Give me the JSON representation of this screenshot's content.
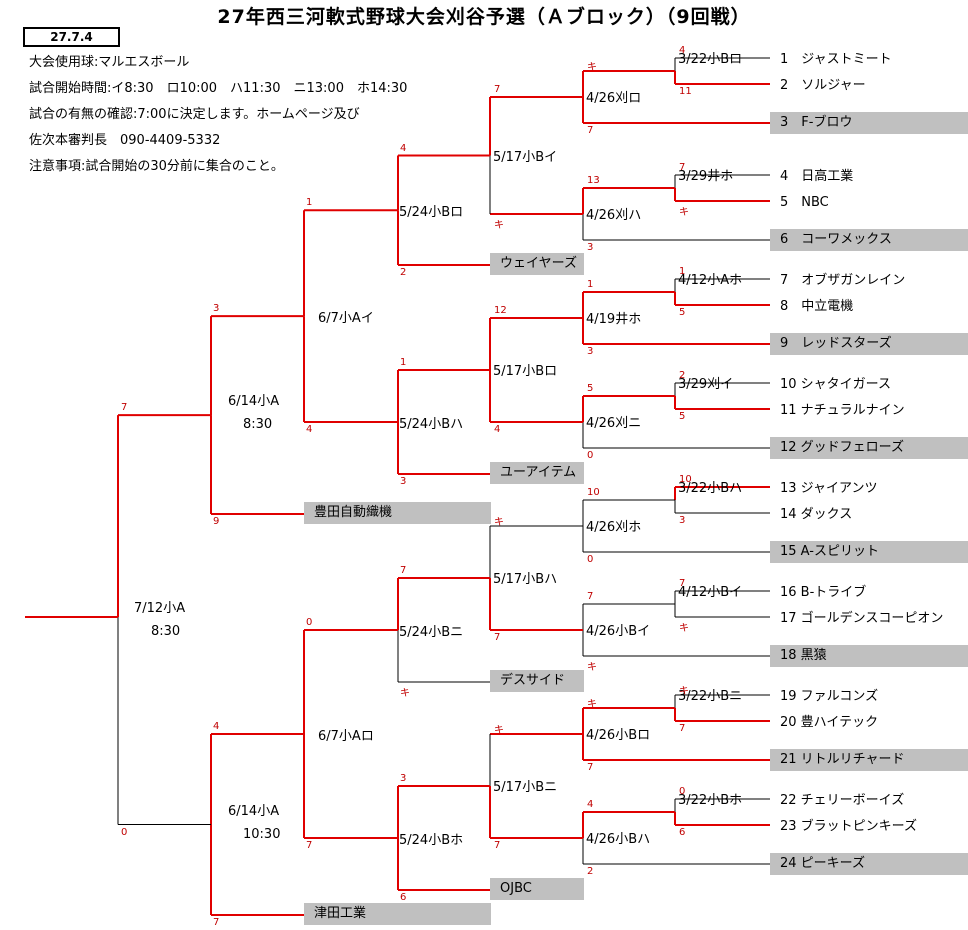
{
  "title": "27年西三河軟式野球大会刈谷予選（Ａブロック）（9回戦）",
  "date": "27.7.4",
  "info": [
    "大会使用球:マルエスボール",
    "試合開始時間:イ8:30　ロ10:00　ハ11:30　ニ13:00　ホ14:30",
    "試合の有無の確認:7:00に決定します。ホームページ及び",
    "佐次本審判長　090-4409-5332",
    "注意事項:試合開始の30分前に集合のこと。"
  ],
  "teams": [
    "1　ジャストミート",
    "2　ソルジャー",
    "3　F-ブロウ",
    "4　日高工業",
    "5　NBC",
    "6　コーワメックス",
    "7　オブザガンレイン",
    "8　中立電機",
    "9　レッドスターズ",
    "10 シャタイガース",
    "11 ナチュラルナイン",
    "12 グッドフェローズ",
    "13 ジャイアンツ",
    "14 ダックス",
    "15 A-スピリット",
    "16 B-トライブ",
    "17 ゴールデンスコーピオン",
    "18 黒猿",
    "19 ファルコンズ",
    "20 豊ハイテック",
    "21 リトルリチャード",
    "22 チェリーボーイズ",
    "23 ブラットピンキーズ",
    "24 ピーキーズ"
  ],
  "seeded_teams": [
    "ウェイヤーズ",
    "ユーアイテム",
    "豊田自動織機",
    "デスサイド",
    "OJBC",
    "津田工業"
  ],
  "matches": {
    "r1": [
      "3/22小Bロ",
      "3/29井ホ",
      "4/12小Aホ",
      "3/29刈イ",
      "3/22小Bハ",
      "4/12小Bイ",
      "3/22小Bニ",
      "3/22小Bホ"
    ],
    "r2": [
      "4/26刈ロ",
      "4/26刈ハ",
      "4/19井ホ",
      "4/26刈ニ",
      "4/26刈ホ",
      "4/26小Bイ",
      "4/26小Bロ",
      "4/26小Bハ"
    ],
    "r3": [
      "5/17小Bイ",
      "5/17小Bロ",
      "5/17小Bハ",
      "5/17小Bニ"
    ],
    "r4": [
      "5/24小Bロ",
      "5/24小Bハ",
      "5/24小Bニ",
      "5/24小Bホ"
    ],
    "r5": [
      "6/7小Aイ",
      "6/7小Aロ"
    ],
    "r6": [
      {
        "date": "6/14小A",
        "time": "8:30"
      },
      {
        "date": "6/14小A",
        "time": "10:30"
      }
    ],
    "final": {
      "date": "7/12小A",
      "time": "8:30"
    }
  },
  "scores": {
    "r1": [
      "4",
      "11",
      "7",
      "キ",
      "1",
      "5",
      "2",
      "5",
      "10",
      "3",
      "7",
      "キ",
      "キ",
      "7",
      "0",
      "6"
    ],
    "r2": [
      "キ",
      "7",
      "13",
      "3",
      "1",
      "3",
      "5",
      "0",
      "10",
      "0",
      "7",
      "キ",
      "キ",
      "7",
      "4",
      "2"
    ],
    "r3": [
      "7",
      "キ",
      "12",
      "4",
      "キ",
      "7",
      "キ",
      "7"
    ],
    "r4": [
      "4",
      "2",
      "1",
      "3",
      "7",
      "キ",
      "3",
      "6"
    ],
    "r5": [
      "1",
      "4",
      "0",
      "7"
    ],
    "r6": [
      "3",
      "9",
      "4",
      "7"
    ],
    "final": [
      "7",
      "0"
    ]
  }
}
